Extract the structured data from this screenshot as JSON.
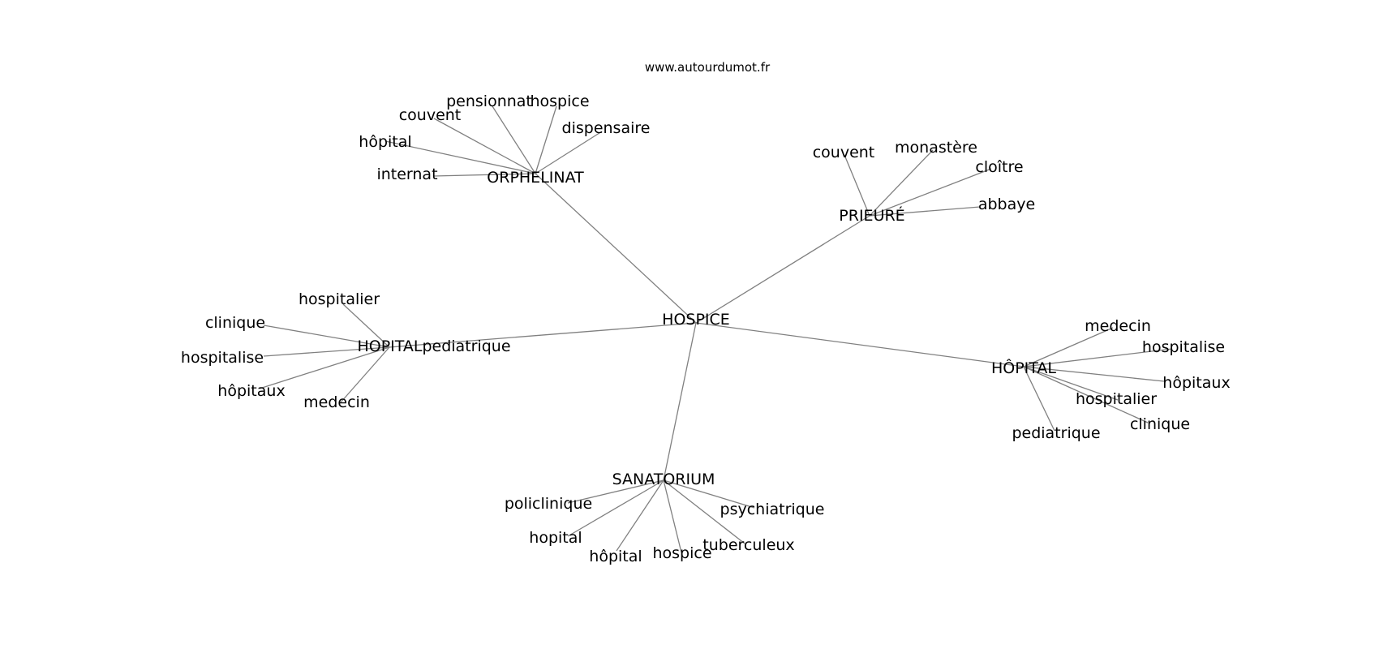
{
  "site_label": "www.autourdumot.fr",
  "graph": {
    "center": "HOSPICE",
    "hubs": [
      {
        "id": "orphelinat",
        "label": "ORPHELINAT",
        "leaves": [
          "internat",
          "hôpital",
          "couvent",
          "pensionnat",
          "hospice",
          "dispensaire"
        ]
      },
      {
        "id": "prieure",
        "label": "PRIEURÉ",
        "leaves": [
          "couvent",
          "monastère",
          "cloître",
          "abbaye"
        ]
      },
      {
        "id": "hopitalpediatrique",
        "label": "HOPITALpediatrique",
        "leaves": [
          "hospitalier",
          "clinique",
          "hospitalise",
          "hôpitaux",
          "medecin"
        ]
      },
      {
        "id": "hopital",
        "label": "HÔPITAL",
        "leaves": [
          "medecin",
          "hospitalise",
          "hôpitaux",
          "hospitalier",
          "clinique",
          "pediatrique"
        ]
      },
      {
        "id": "sanatorium",
        "label": "SANATORIUM",
        "leaves": [
          "policlinique",
          "hopital",
          "hôpital",
          "hospice",
          "tuberculeux",
          "psychiatrique"
        ]
      }
    ]
  }
}
